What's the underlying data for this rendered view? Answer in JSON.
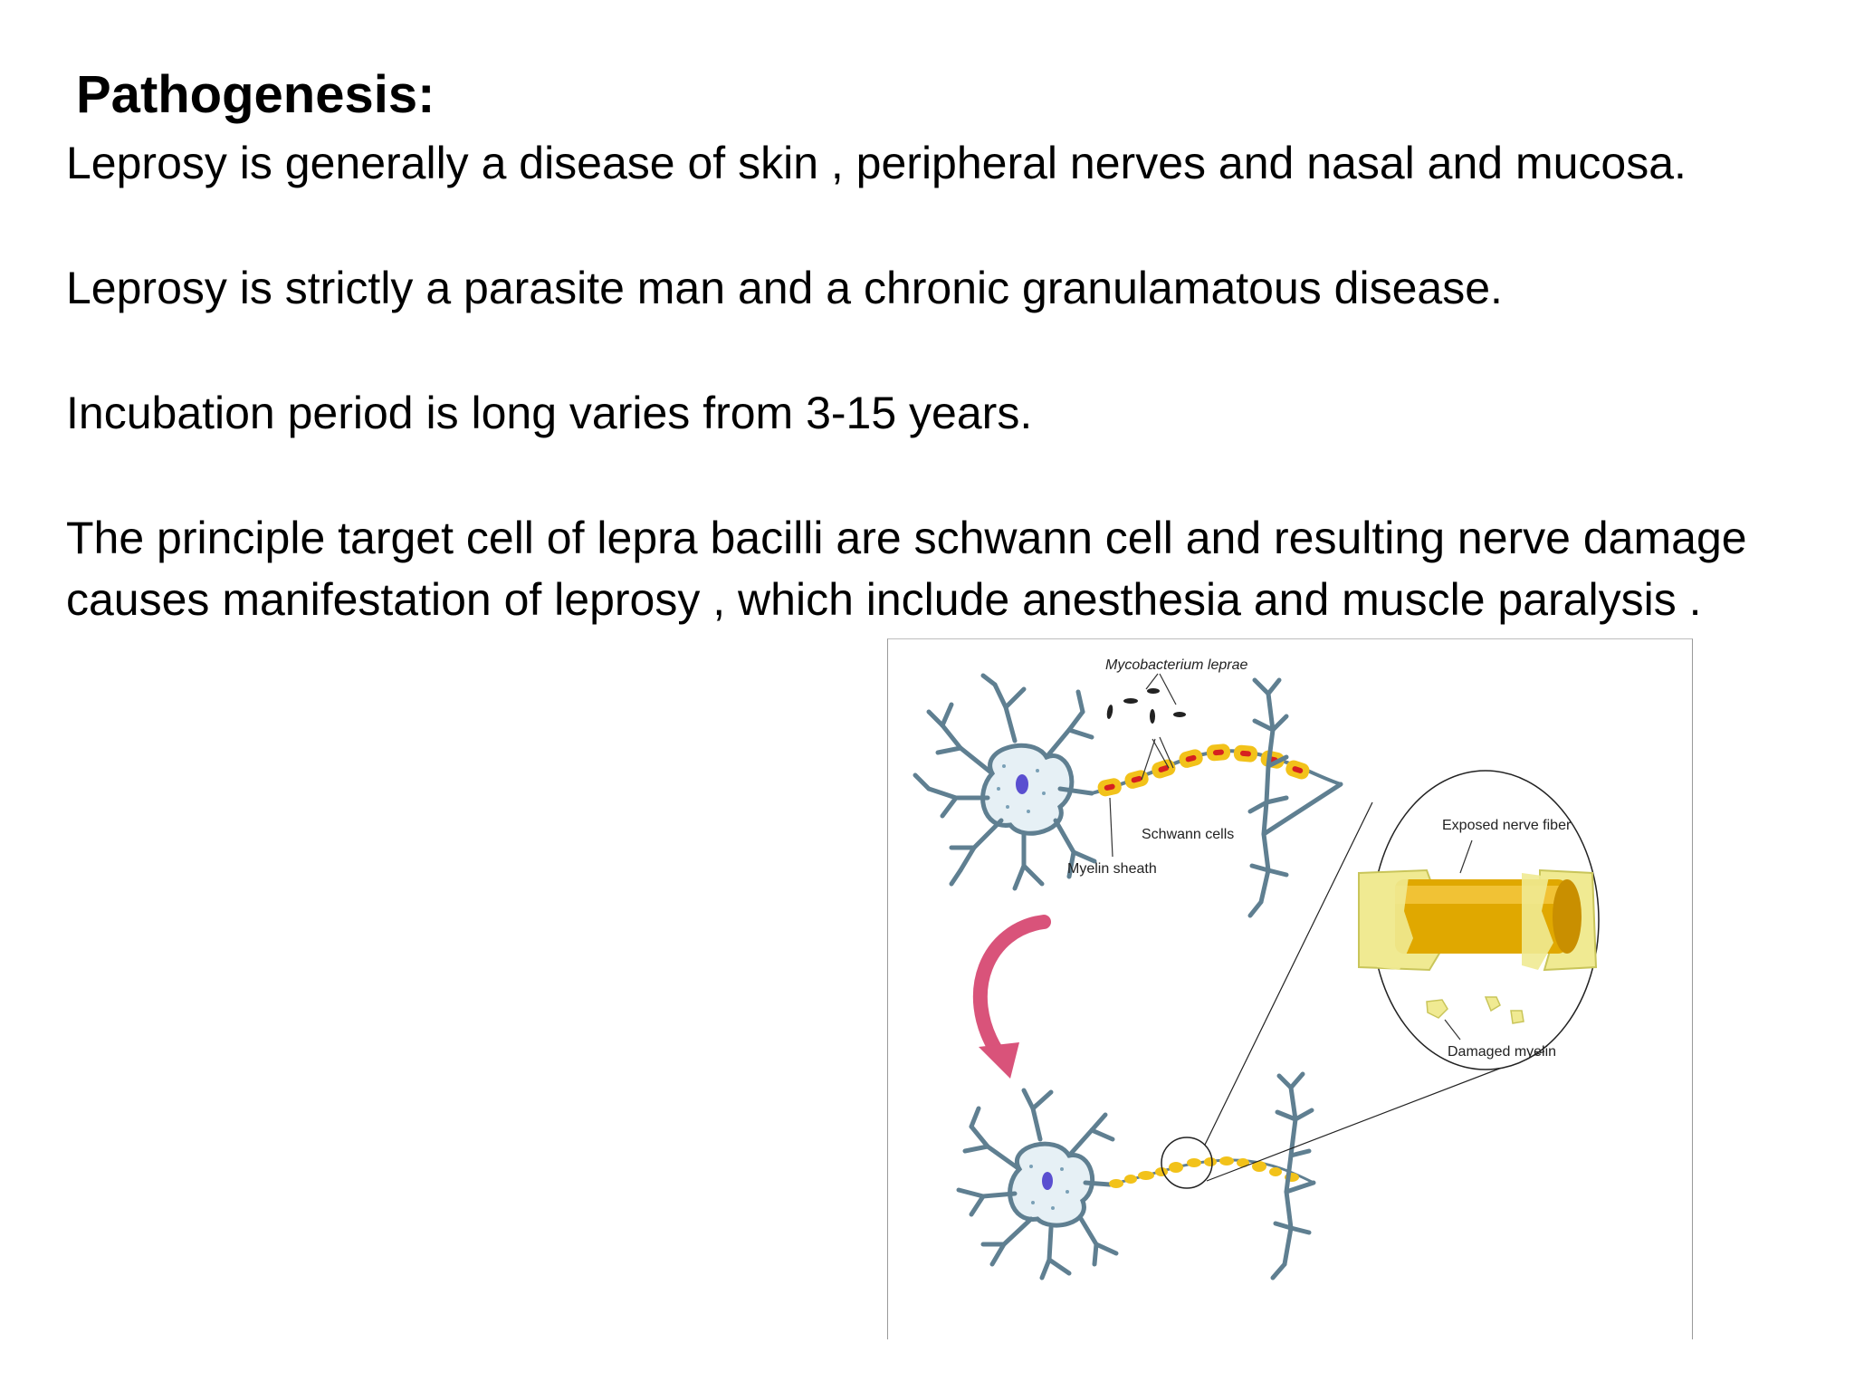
{
  "slide": {
    "title": "Pathogenesis:",
    "paragraphs": [
      "Leprosy is generally a disease of skin , peripheral nerves and nasal and mucosa.",
      "Leprosy is strictly a parasite man and a chronic granulamatous disease.",
      "Incubation period is long varies from 3-15 years.",
      "The principle target cell of lepra bacilli are schwann cell and resulting nerve damage",
      "causes manifestation of leprosy , which include anesthesia and muscle paralysis ."
    ]
  },
  "figure": {
    "labels": {
      "mycobacterium": "Mycobacterium leprae",
      "schwann": "Schwann cells",
      "myelin": "Myelin sheath",
      "exposed": "Exposed nerve fiber",
      "damaged": "Damaged myelin"
    },
    "colors": {
      "neuron": "#5f7f91",
      "neuron_fill": "#e6f0f5",
      "myelin": "#f2c21a",
      "bacteria": "#d62020",
      "arrow": "#d9537a",
      "fiber": "#e0a800",
      "sheath": "#f0ea92"
    }
  }
}
